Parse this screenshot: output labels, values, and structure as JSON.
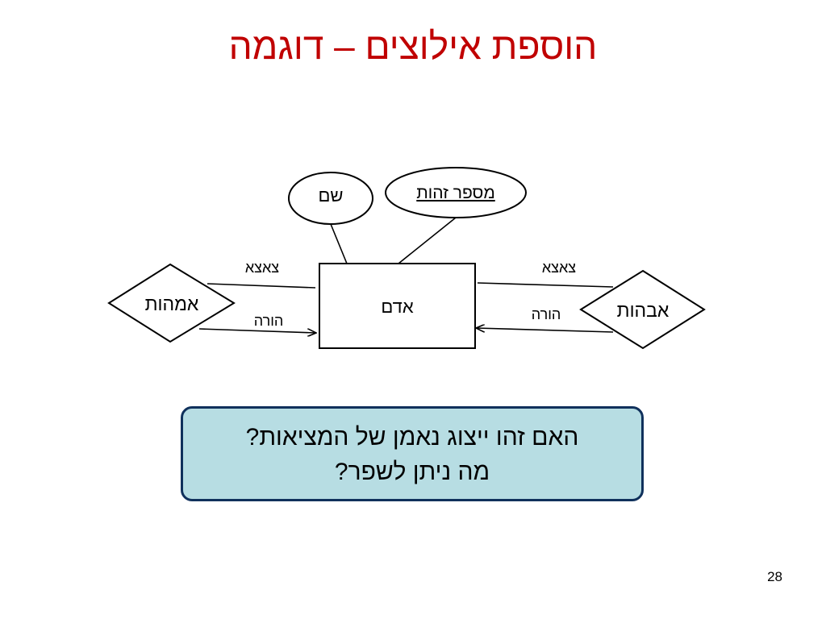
{
  "slide": {
    "title": "הוספת אילוצים – דוגמה",
    "page_number": "28"
  },
  "diagram": {
    "entity": "אדם",
    "attributes": {
      "name": "שם",
      "id_key": "מספר זהות"
    },
    "relationships": {
      "left": "אמהות",
      "right": "אבהות"
    },
    "role_labels": {
      "left_top": "צאצא",
      "left_bottom": "הורה",
      "right_top": "צאצא",
      "right_bottom": "הורה"
    }
  },
  "callout": {
    "line1": "האם זהו ייצוג נאמן של המציאות?",
    "line2": "מה ניתן לשפר?"
  }
}
